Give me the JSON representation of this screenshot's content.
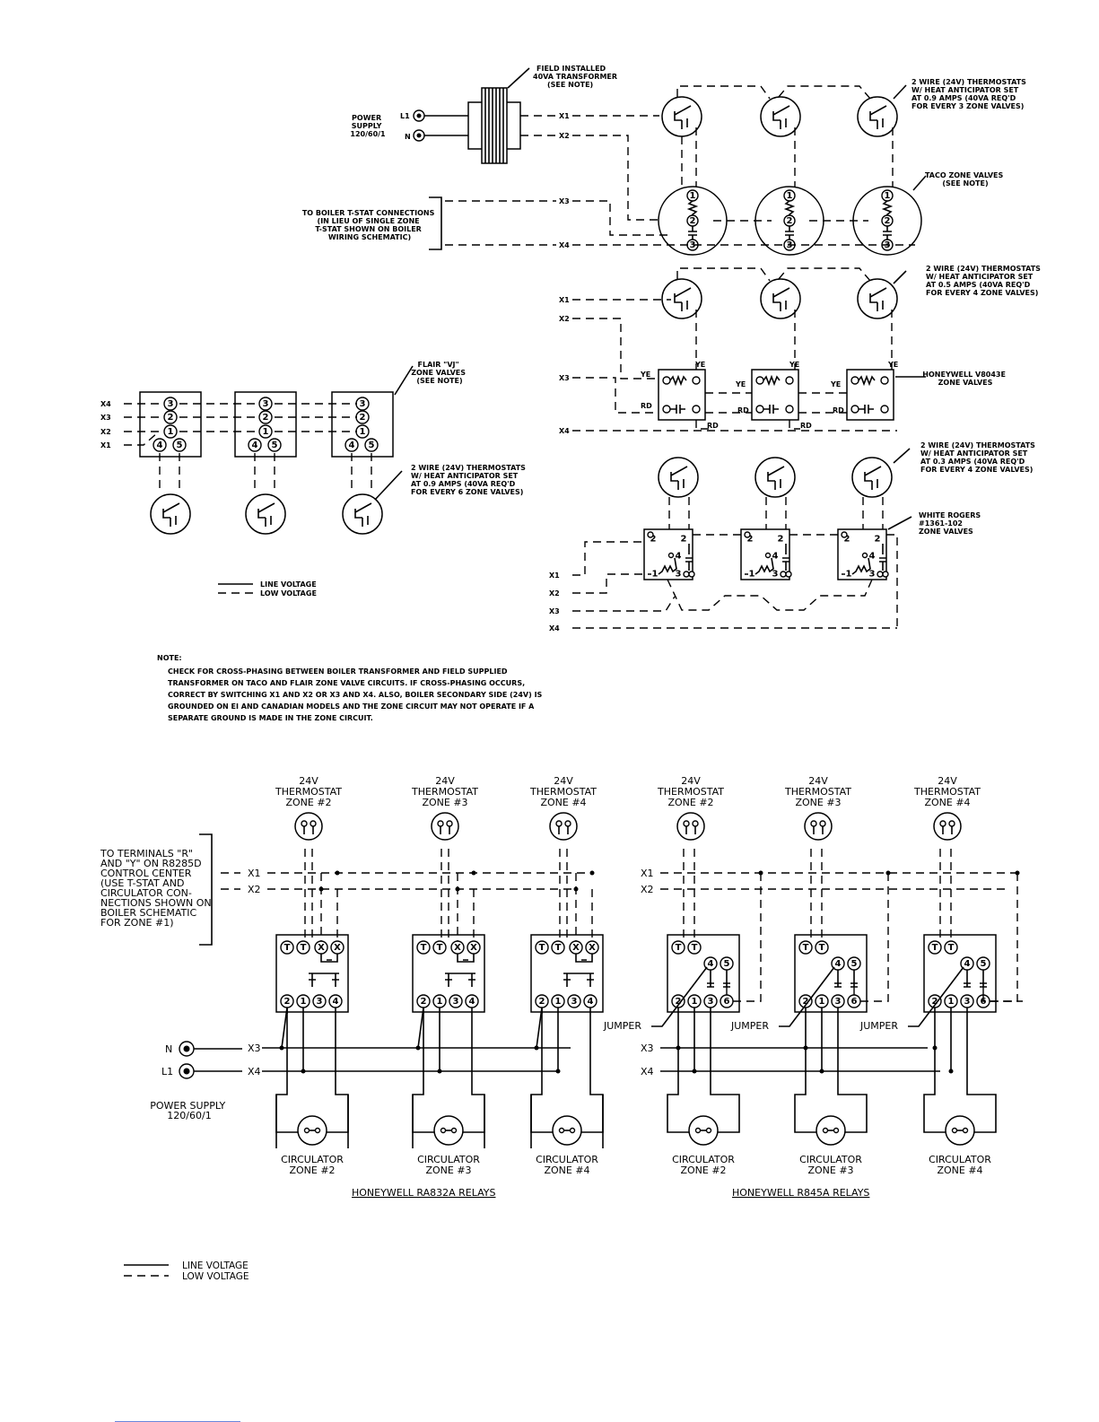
{
  "top_section": {
    "transformer_label": [
      "FIELD INSTALLED",
      "40VA TRANSFORMER",
      "(SEE NOTE)"
    ],
    "power_supply_label": [
      "POWER",
      "SUPPLY",
      "120/60/1"
    ],
    "l1": "L1",
    "n": "N",
    "boiler_conn_label": [
      "TO BOILER T-STAT CONNECTIONS",
      "(IN LIEU OF SINGLE ZONE",
      "T-STAT SHOWN ON BOILER",
      "WIRING SCHEMATIC)"
    ],
    "wires": {
      "x1": "X1",
      "x2": "X2",
      "x3": "X3",
      "x4": "X4"
    },
    "taco_thermostat_label": [
      "2 WIRE (24V) THERMOSTATS",
      "W/ HEAT ANTICIPATOR SET",
      "AT 0.9 AMPS (40VA REQ'D",
      "FOR EVERY 3 ZONE VALVES)"
    ],
    "taco_valve_label": [
      "TACO ZONE VALVES",
      "(SEE NOTE)"
    ],
    "honeywell_thermostat_label": [
      "2 WIRE (24V) THERMOSTATS",
      "W/ HEAT ANTICIPATOR SET",
      "AT 0.5 AMPS (40VA REQ'D",
      "FOR EVERY 4 ZONE VALVES)"
    ],
    "honeywell_valve_label": [
      "HONEYWELL V8043E",
      "ZONE VALVES"
    ],
    "ye": "YE",
    "rd": "RD",
    "flair_valve_label": [
      "FLAIR \"VJ\"",
      "ZONE VALVES",
      "(SEE NOTE)"
    ],
    "flair_thermostat_label": [
      "2 WIRE (24V) THERMOSTATS",
      "W/ HEAT ANTICIPATOR SET",
      "AT 0.9 AMPS (40VA REQ'D",
      "FOR EVERY 6 ZONE VALVES)"
    ],
    "wr_thermostat_label": [
      "2 WIRE (24V) THERMOSTATS",
      "W/ HEAT ANTICIPATOR SET",
      "AT 0.3 AMPS (40VA REQ'D",
      "FOR EVERY 4 ZONE VALVES)"
    ],
    "wr_valve_label": [
      "WHITE ROGERS",
      "#1361-102",
      "ZONE VALVES"
    ],
    "legend": {
      "line": "LINE VOLTAGE",
      "low": "LOW VOLTAGE"
    },
    "note_title": "NOTE:",
    "note_lines": [
      "CHECK FOR CROSS-PHASING BETWEEN BOILER TRANSFORMER AND FIELD SUPPLIED",
      "TRANSFORMER ON TACO AND FLAIR ZONE VALVE CIRCUITS. IF CROSS-PHASING OCCURS,",
      "CORRECT BY SWITCHING X1 AND X2 OR X3 AND X4. ALSO, BOILER SECONDARY SIDE (24V) IS",
      "GROUNDED ON EI AND CANADIAN MODELS AND THE ZONE CIRCUIT MAY NOT OPERATE IF A",
      "SEPARATE GROUND IS MADE IN THE ZONE CIRCUIT."
    ]
  },
  "bottom_section": {
    "thermostat_label": [
      "24V",
      "THERMOSTAT"
    ],
    "zones": [
      "ZONE #2",
      "ZONE #3",
      "ZONE #4"
    ],
    "circulator": "CIRCULATOR",
    "terminals_label": [
      "TO TERMINALS \"R\"",
      "AND \"Y\" ON R8285D",
      "CONTROL CENTER",
      "(USE T-STAT AND",
      "CIRCULATOR CON-",
      "NECTIONS SHOWN ON",
      "BOILER SCHEMATIC",
      "FOR ZONE #1)"
    ],
    "n": "N",
    "l1": "L1",
    "power_supply_label": [
      "POWER SUPPLY",
      "120/60/1"
    ],
    "jumper": "JUMPER",
    "ra832a_title": "HONEYWELL RA832A RELAYS",
    "r845a_title": "HONEYWELL R845A RELAYS",
    "terminals_ra832a": [
      "T",
      "T",
      "X",
      "X",
      "2",
      "1",
      "3",
      "4"
    ],
    "terminals_r845a": [
      "T",
      "T",
      "4",
      "5",
      "2",
      "1",
      "3",
      "6"
    ],
    "legend": {
      "line": "LINE VOLTAGE",
      "low": "LOW VOLTAGE"
    }
  }
}
